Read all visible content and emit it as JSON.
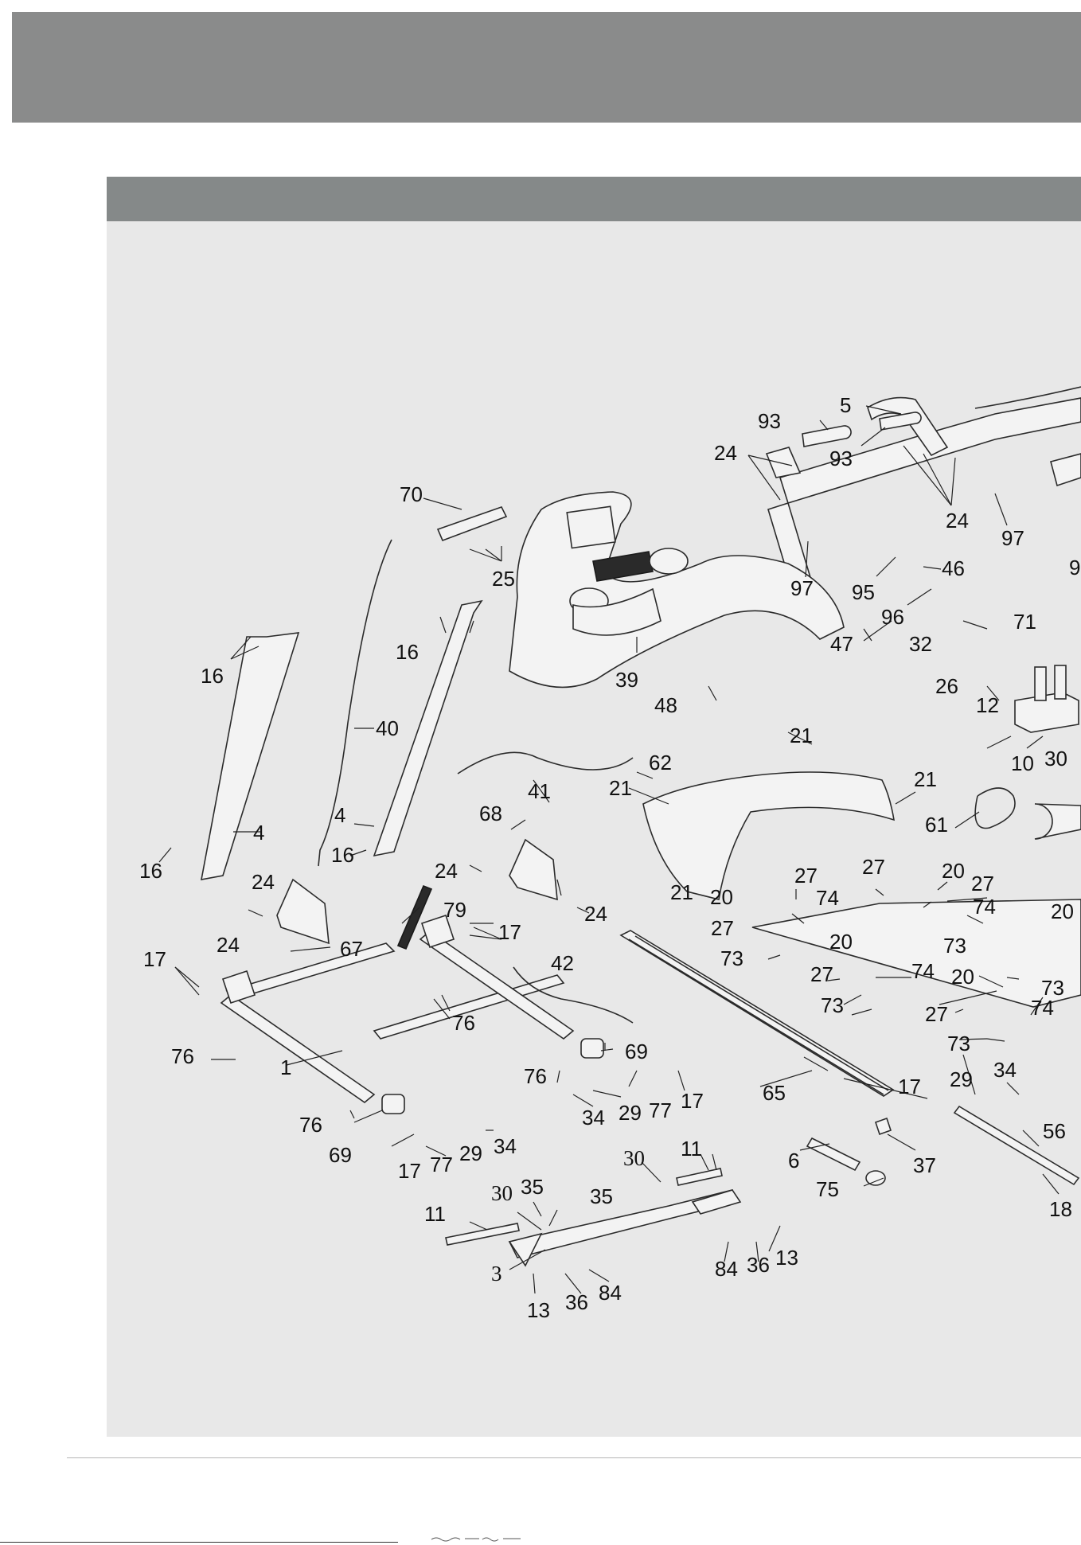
{
  "labels": [
    {
      "id": "l5",
      "text": "5"
    },
    {
      "id": "l93a",
      "text": "93"
    },
    {
      "id": "l93b",
      "text": "93"
    },
    {
      "id": "l24a",
      "text": "24"
    },
    {
      "id": "l24b",
      "text": "24"
    },
    {
      "id": "l97a",
      "text": "97"
    },
    {
      "id": "l97b",
      "text": "97"
    },
    {
      "id": "l9",
      "text": "9"
    },
    {
      "id": "l70",
      "text": "70"
    },
    {
      "id": "l25",
      "text": "25"
    },
    {
      "id": "l95",
      "text": "95"
    },
    {
      "id": "l46",
      "text": "46"
    },
    {
      "id": "l96",
      "text": "96"
    },
    {
      "id": "l71",
      "text": "71"
    },
    {
      "id": "l47",
      "text": "47"
    },
    {
      "id": "l32",
      "text": "32"
    },
    {
      "id": "l16a",
      "text": "16"
    },
    {
      "id": "l16b",
      "text": "16"
    },
    {
      "id": "l40",
      "text": "40"
    },
    {
      "id": "l39",
      "text": "39"
    },
    {
      "id": "l48",
      "text": "48"
    },
    {
      "id": "l26",
      "text": "26"
    },
    {
      "id": "l12",
      "text": "12"
    },
    {
      "id": "l21a",
      "text": "21"
    },
    {
      "id": "l62",
      "text": "62"
    },
    {
      "id": "l41",
      "text": "41"
    },
    {
      "id": "l21b",
      "text": "21"
    },
    {
      "id": "l10",
      "text": "10"
    },
    {
      "id": "l30a",
      "text": "30"
    },
    {
      "id": "l21c",
      "text": "21"
    },
    {
      "id": "l4a",
      "text": "4"
    },
    {
      "id": "l4b",
      "text": "4"
    },
    {
      "id": "l68",
      "text": "68"
    },
    {
      "id": "l61",
      "text": "61"
    },
    {
      "id": "l16c",
      "text": "16"
    },
    {
      "id": "l16d",
      "text": "16"
    },
    {
      "id": "l24c",
      "text": "24"
    },
    {
      "id": "l24d",
      "text": "24"
    },
    {
      "id": "l27a",
      "text": "27"
    },
    {
      "id": "l27b",
      "text": "27"
    },
    {
      "id": "l20a",
      "text": "20"
    },
    {
      "id": "l27c",
      "text": "27"
    },
    {
      "id": "l21d",
      "text": "21"
    },
    {
      "id": "l20b",
      "text": "20"
    },
    {
      "id": "l74a",
      "text": "74"
    },
    {
      "id": "l74b",
      "text": "74"
    },
    {
      "id": "l20c",
      "text": "20"
    },
    {
      "id": "l79",
      "text": "79"
    },
    {
      "id": "l24e",
      "text": "24"
    },
    {
      "id": "l27d",
      "text": "27"
    },
    {
      "id": "l73a",
      "text": "73"
    },
    {
      "id": "l17a",
      "text": "17"
    },
    {
      "id": "l24f",
      "text": "24"
    },
    {
      "id": "l67",
      "text": "67"
    },
    {
      "id": "l20d",
      "text": "20"
    },
    {
      "id": "l73b",
      "text": "73"
    },
    {
      "id": "l17b",
      "text": "17"
    },
    {
      "id": "l42",
      "text": "42"
    },
    {
      "id": "l27e",
      "text": "27"
    },
    {
      "id": "l74c",
      "text": "74"
    },
    {
      "id": "l20e",
      "text": "20"
    },
    {
      "id": "l73c",
      "text": "73"
    },
    {
      "id": "l73d",
      "text": "73"
    },
    {
      "id": "l74d",
      "text": "74"
    },
    {
      "id": "l27f",
      "text": "27"
    },
    {
      "id": "l76a",
      "text": "76"
    },
    {
      "id": "l73e",
      "text": "73"
    },
    {
      "id": "l69a",
      "text": "69"
    },
    {
      "id": "l76b",
      "text": "76"
    },
    {
      "id": "l1",
      "text": "1"
    },
    {
      "id": "l76c",
      "text": "76"
    },
    {
      "id": "l34a",
      "text": "34"
    },
    {
      "id": "l29a",
      "text": "29"
    },
    {
      "id": "l17c",
      "text": "17"
    },
    {
      "id": "l65",
      "text": "65"
    },
    {
      "id": "l17d",
      "text": "17"
    },
    {
      "id": "l77a",
      "text": "77"
    },
    {
      "id": "l76d",
      "text": "76"
    },
    {
      "id": "l34b",
      "text": "34"
    },
    {
      "id": "l29b",
      "text": "29"
    },
    {
      "id": "l56",
      "text": "56"
    },
    {
      "id": "l69b",
      "text": "69"
    },
    {
      "id": "l29c",
      "text": "29"
    },
    {
      "id": "l34c",
      "text": "34"
    },
    {
      "id": "l17e",
      "text": "17"
    },
    {
      "id": "l77b",
      "text": "77"
    },
    {
      "id": "l6",
      "text": "6"
    },
    {
      "id": "l37",
      "text": "37"
    },
    {
      "id": "l11a",
      "text": "11"
    },
    {
      "id": "l35a",
      "text": "35"
    },
    {
      "id": "l30b",
      "text": "30"
    },
    {
      "id": "l75",
      "text": "75"
    },
    {
      "id": "l18",
      "text": "18"
    },
    {
      "id": "l30c",
      "text": "30"
    },
    {
      "id": "l35b",
      "text": "35"
    },
    {
      "id": "l11b",
      "text": "11"
    },
    {
      "id": "l13a",
      "text": "13"
    },
    {
      "id": "l84a",
      "text": "84"
    },
    {
      "id": "l36a",
      "text": "36"
    },
    {
      "id": "l3",
      "text": "3"
    },
    {
      "id": "l13b",
      "text": "13"
    },
    {
      "id": "l36b",
      "text": "36"
    },
    {
      "id": "l84b",
      "text": "84"
    }
  ]
}
